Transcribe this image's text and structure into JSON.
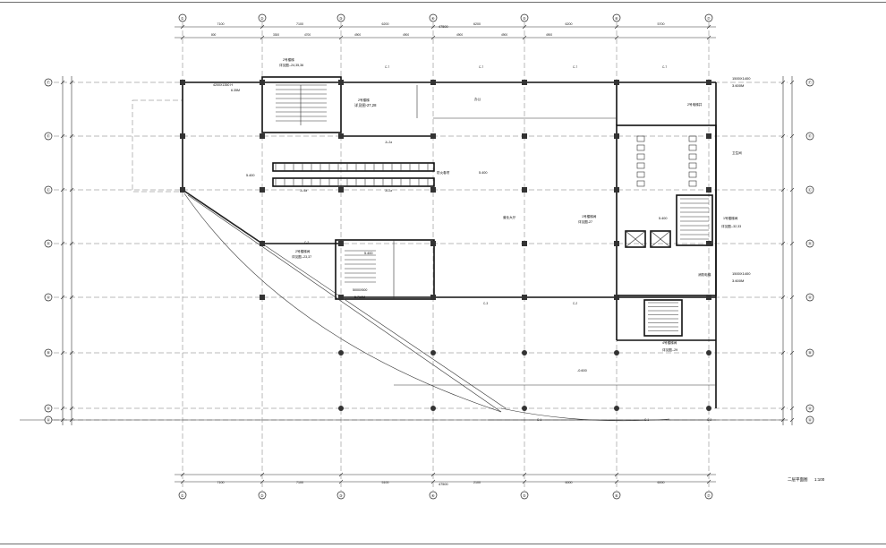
{
  "drawing": {
    "axis_labels_h": [
      "①",
      "②",
      "③",
      "④",
      "⑤",
      "⑥",
      "⑦"
    ],
    "axis_labels_v": [
      "Ⓕ",
      "Ⓔ",
      "Ⓒ",
      "Ⓓ",
      "Ⓐ",
      "Ⓑ",
      "Ⓐ",
      "Ⓐ"
    ],
    "top_dims": [
      "7100",
      "7100",
      "6200",
      "6200",
      "6200",
      "5700"
    ],
    "top_total": "47500",
    "top_subdims": [
      "800",
      "3300",
      "4700",
      "4900",
      "4900",
      "4900",
      "4900",
      "4900"
    ],
    "bottom_dims": [
      "7100",
      "7100",
      "5100",
      "2100",
      "6000",
      "6000",
      "6000"
    ],
    "bottom_total": "47500",
    "room_labels": {
      "stair_top": "2号楼梯",
      "stair_top_code": "详见图--24,35,36",
      "stair_top_dim": "4200X1350 H",
      "stair_top_h": "6.35M",
      "stair_mid": "2号楼梯",
      "stair_mid_code": "详见图-27,28",
      "stair_left": "2号楼梯间",
      "stair_left_code": "详见图--23,37",
      "stair_left_dim": "5000X500",
      "stair_left_h": "5.710M",
      "stair_right": "1号楼梯间",
      "stair_right_code": "详见图-27",
      "stair_right2": "1号楼梯间",
      "stair_right2_code": "详见图--32,33",
      "stair_right3": "4号楼梯间",
      "stair_right3_code": "详见图--29",
      "window_top": "1500X1400",
      "window_top_h": "3.600M",
      "window_bot": "1500X1400",
      "window_bot_h": "3.600M",
      "hall": "营业大厅",
      "office": "办公",
      "wc": "卫生间",
      "elev": "消防电梯",
      "fire": "防火卷帘",
      "elev_w": "2号电梯井",
      "level": "5.400",
      "level_l": "5.400",
      "level_s": "5.400",
      "level_r": "5.400",
      "level_b": "-0.600"
    },
    "beam_labels": [
      "C-7",
      "C-7",
      "C-7",
      "C-7",
      "JL-2a",
      "JL-2a",
      "JL-4a",
      "C-2",
      "C-3",
      "C-2",
      "C-2",
      "C-1",
      "C-1"
    ],
    "title": "二层平面图",
    "scale": "1:100"
  }
}
